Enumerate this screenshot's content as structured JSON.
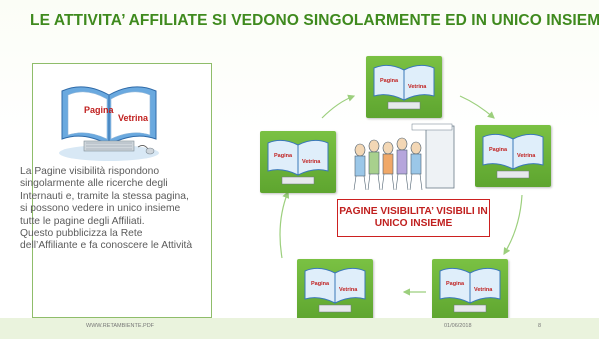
{
  "slide": {
    "title": "LE ATTIVITA’ AFFILIATE SI VEDONO SINGOLARMENTE ED IN UNICO INSIEME",
    "panel_text": "La Pagine visibilità rispondono singolarmente alle ricerche degli Internauti e, tramite la stessa pagina, si possono vedere in unico insieme tutte le pagine  degli Affiliati.\nQuesto pubblicizza la Rete dell’Affiliante e fa conoscere le Attività",
    "center_caption": "PAGINE VISIBILITA’ VISIBILI IN UNICO INSIEME",
    "book_labels": [
      "Pagina",
      "Vetrina"
    ]
  },
  "footer": {
    "left": "WWW.RETAMBIENTE.PDF",
    "date": "01/06/2018",
    "page": "8"
  },
  "colors": {
    "title_green": "#3f8a1e",
    "tile_green": "#6bb33a",
    "caption_red": "#c0201f",
    "arrow_green": "#9ccf7d"
  },
  "icons": [
    "book-illustration-icon",
    "crowd-at-door-icon",
    "arrow-icon"
  ]
}
